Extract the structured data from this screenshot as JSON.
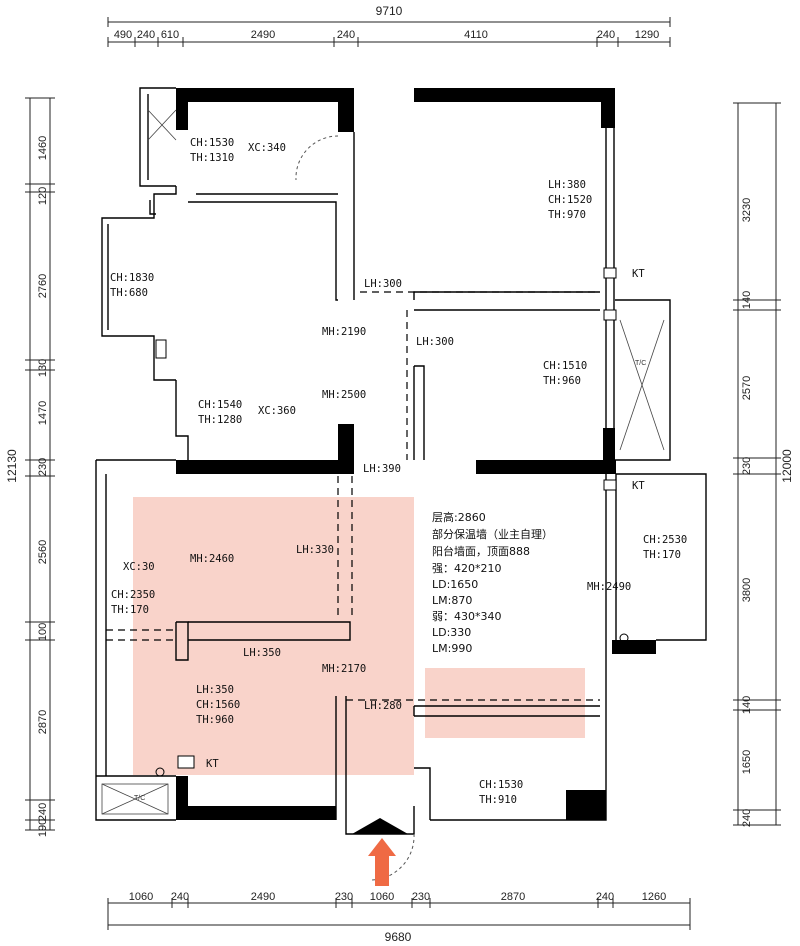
{
  "top_dimensions": {
    "total": "9710",
    "segments": [
      "490",
      "240",
      "610",
      "2490",
      "240",
      "4110",
      "240",
      "1290"
    ]
  },
  "bottom_dimensions": {
    "total": "9680",
    "segments": [
      "1060",
      "240",
      "2490",
      "230",
      "1060",
      "230",
      "2870",
      "240",
      "1260"
    ]
  },
  "left_dimensions": {
    "total": "12130",
    "segments": [
      "1460",
      "120",
      "2760",
      "130",
      "1470",
      "230",
      "2560",
      "100",
      "2870",
      "240",
      "190"
    ]
  },
  "right_dimensions": {
    "total": "12000",
    "segments": [
      "3230",
      "140",
      "2570",
      "230",
      "3800",
      "140",
      "1650",
      "240"
    ]
  },
  "labels": {
    "ch1530_top": "CH:1530",
    "th1310": "TH:1310",
    "xc340": "XC:340",
    "lh380": "LH:380",
    "ch1520": "CH:1520",
    "th970": "TH:970",
    "ch1830": "CH:1830",
    "th680": "TH:680",
    "lh300_a": "LH:300",
    "mh2190": "MH:2190",
    "lh300_b": "LH:300",
    "ch1510": "CH:1510",
    "th960_a": "TH:960",
    "ch1540": "CH:1540",
    "th1280": "TH:1280",
    "xc360": "XC:360",
    "mh2500": "MH:2500",
    "lh390": "LH:390",
    "xc30": "XC:30",
    "mh2460": "MH:2460",
    "lh330": "LH:330",
    "ch2350": "CH:2350",
    "th170_a": "TH:170",
    "lh350_a": "LH:350",
    "mh2170": "MH:2170",
    "lh350_b": "LH:350",
    "ch1560": "CH:1560",
    "th960_b": "TH:960",
    "lh280": "LH:280",
    "ch2530": "CH:2530",
    "th170_b": "TH:170",
    "mh2490": "MH:2490",
    "ch1530_bot": "CH:1530",
    "th910": "TH:910",
    "kt": "KT",
    "tc": "T/C"
  },
  "notes": {
    "line1": "层高:2860",
    "line2": "部分保温墙（业主自理）",
    "line3": "阳台墙面，顶面888",
    "line4": "强：420*210",
    "line5": "LD:1650",
    "line6": "LM:870",
    "line7": "弱：430*340",
    "line8": "LD:330",
    "line9": "LM:990"
  },
  "colors": {
    "highlight": "#f6b8a9",
    "entrance_arrow": "#ef6a44",
    "wall": "#000000"
  },
  "icons": [
    "entrance-arrow-icon",
    "door-swing-icon",
    "ac-outlet-icon",
    "water-heater-icon"
  ]
}
